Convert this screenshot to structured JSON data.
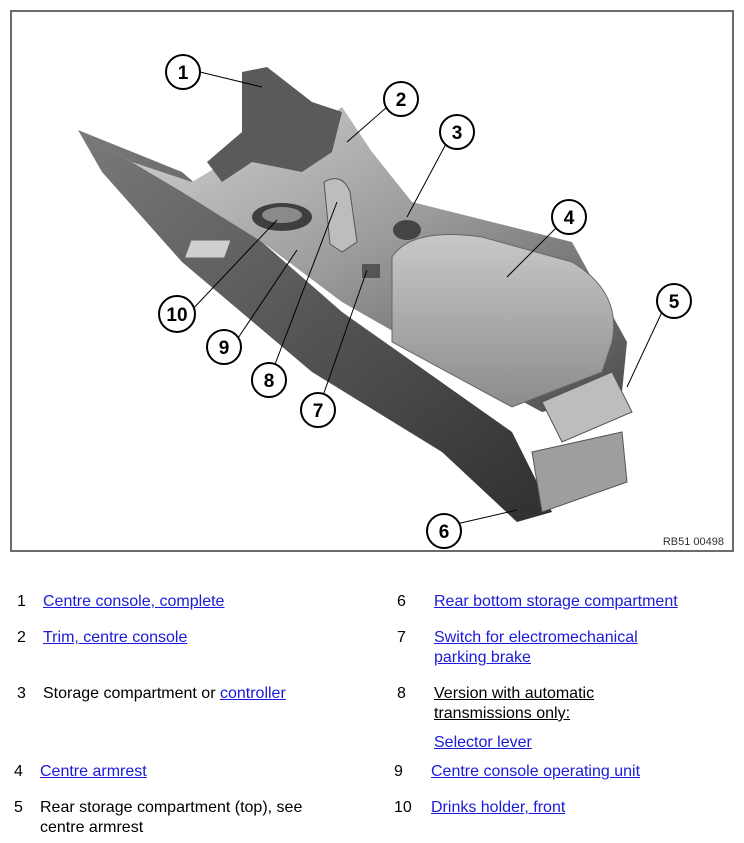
{
  "figure": {
    "code": "RB51 00498",
    "callouts": [
      "1",
      "2",
      "3",
      "4",
      "5",
      "6",
      "7",
      "8",
      "9",
      "10"
    ]
  },
  "legend": {
    "item1": {
      "num": "1",
      "link": "Centre console, complete"
    },
    "item2": {
      "num": "2",
      "link": "Trim, centre console"
    },
    "item3": {
      "num": "3",
      "text": "Storage compartment or ",
      "link": "controller"
    },
    "item4": {
      "num": "4",
      "link": "Centre armrest"
    },
    "item5": {
      "num": "5",
      "text_line1": "Rear storage compartment (top), see",
      "text_line2": "centre armrest"
    },
    "item6": {
      "num": "6",
      "link": "Rear bottom storage compartment"
    },
    "item7": {
      "num": "7",
      "link_line1": "Switch for electromechanical",
      "link_line2": "parking brake"
    },
    "item8": {
      "num": "8",
      "text_line1": "Version with automatic",
      "text_line2": "transmissions only:",
      "link": "Selector lever"
    },
    "item9": {
      "num": "9",
      "link": "Centre console operating unit"
    },
    "item10": {
      "num": "10",
      "link": "Drinks holder, front"
    }
  },
  "colors": {
    "link": "#1a1adb",
    "frame": "#6b6b6b"
  }
}
